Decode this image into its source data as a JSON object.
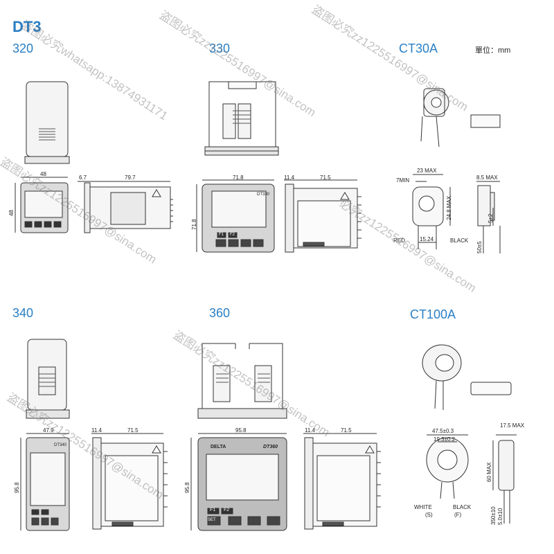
{
  "header": {
    "title": "DT3",
    "unit_label": "單位：mm"
  },
  "models": {
    "m320": {
      "label": "320",
      "width": "48",
      "height": "48",
      "bezel": "6.7",
      "depth": "79.7"
    },
    "m330": {
      "label": "330",
      "width": "71.8",
      "height": "71.8",
      "bezel": "11.4",
      "depth": "71.5",
      "keys": [
        "F1",
        "F2"
      ],
      "brand": "DT330"
    },
    "m340": {
      "label": "340",
      "width": "47.9",
      "height": "95.8",
      "bezel": "11.4",
      "depth": "71.5",
      "brand": "DT340"
    },
    "m360": {
      "label": "360",
      "width": "95.8",
      "height": "95.8",
      "bezel": "11.4",
      "depth": "71.5",
      "keys": [
        "F1",
        "F2",
        "SET"
      ],
      "brand": "DT360",
      "logo": "DELTA"
    },
    "ct30a": {
      "label": "CT30A",
      "w_max": "23 MAX",
      "min": "7MIN",
      "h_max": "24.8 MAX",
      "pitch": "15.24",
      "red": "RED",
      "black": "BLACK",
      "side_max": "8.5 MAX",
      "pin_len": "5±2",
      "lead": "50±5"
    },
    "ct100a": {
      "label": "CT100A",
      "outer": "47.5±0.3",
      "inner": "19.3±0.2",
      "side_max": "17.5 MAX",
      "h_max": "60 MAX",
      "white": "WHITE",
      "white_sub": "(S)",
      "black": "BLACK",
      "black_sub": "(F)",
      "lead_a": "350±10",
      "lead_b": "5.0±10"
    }
  },
  "watermarks": [
    "盗图必究zz1225516997@sina.com",
    "盗图必究whatsapp:13874931171",
    "盗图必究zz1225516997@sina.com",
    "盗图必究zz1225516997@sina.com",
    "必究zz1225516997@sina.com",
    "盗图必究zz1225516997@sina.com",
    "盗图必究zz1225516997@sina.com"
  ]
}
